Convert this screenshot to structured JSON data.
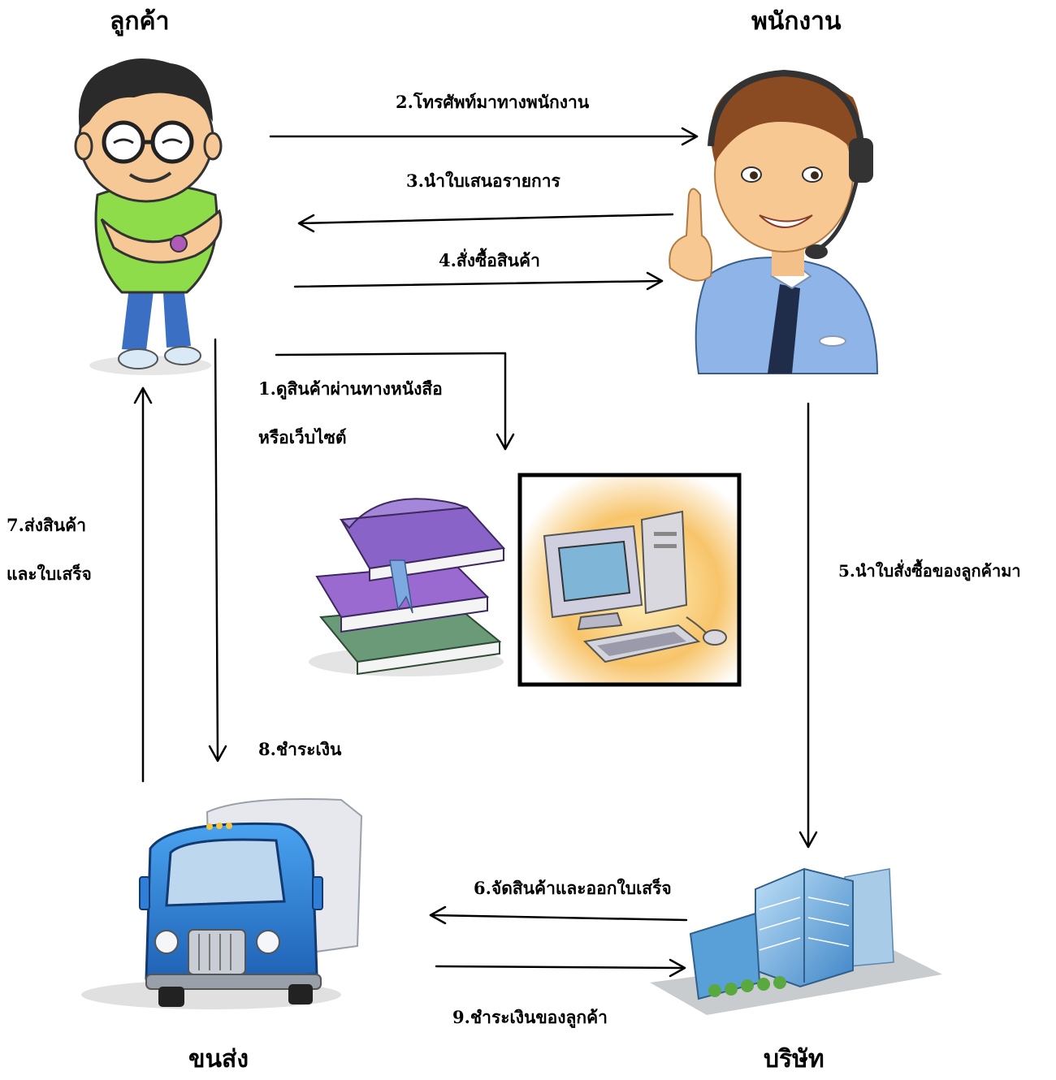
{
  "actors": {
    "customer": "ลูกค้า",
    "staff": "พนักงาน",
    "transport": "ขนส่ง",
    "company": "บริษัท"
  },
  "steps": {
    "s1_line1": "1.ดูสินค้าผ่านทางหนังสือ",
    "s1_line2": "หรือเว็บไซต์",
    "s2": "2.โทรศัพท์มาทางพนักงาน",
    "s3": "3.นำใบเสนอรายการ",
    "s4": "4.สั่งซื้อสินค้า",
    "s5": "5.นำใบสั่งซื้อของลูกค้ามา",
    "s6": "6.จัดสินค้าและออกใบเสร็จ",
    "s7_line1": "7.ส่งสินค้า",
    "s7_line2": "และใบเสร็จ",
    "s8": "8.ชำระเงิน",
    "s9": "9.ชำระเงินของลูกค้า"
  },
  "icons": [
    "customer-icon",
    "operator-icon",
    "books-icon",
    "computer-icon",
    "truck-icon",
    "building-icon"
  ],
  "colors": {
    "customer_shirt": "#8fdc4a",
    "staff_shirt": "#8fb4e8",
    "truck_body": "#2f7fd9",
    "books": "#8a63c9",
    "building_glass": "#5aa0d8"
  }
}
